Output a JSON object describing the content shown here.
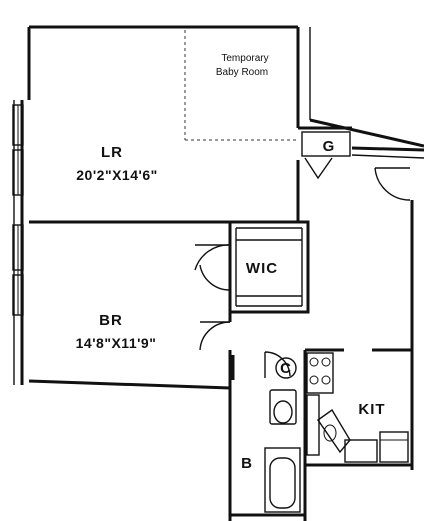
{
  "rooms": {
    "living_room": {
      "label": "LR",
      "dimensions": "20'2\"X14'6\""
    },
    "temporary_baby_room": {
      "line1": "Temporary",
      "line2": "Baby Room"
    },
    "closet_g": {
      "label": "G"
    },
    "walk_in_closet": {
      "label": "WIC"
    },
    "bedroom": {
      "label": "BR",
      "dimensions": "14'8\"X11'9\""
    },
    "closet_c": {
      "label": "C"
    },
    "bathroom": {
      "label": "B"
    },
    "kitchen": {
      "label": "KIT"
    }
  },
  "colors": {
    "ink": "#111111",
    "background": "#ffffff"
  }
}
